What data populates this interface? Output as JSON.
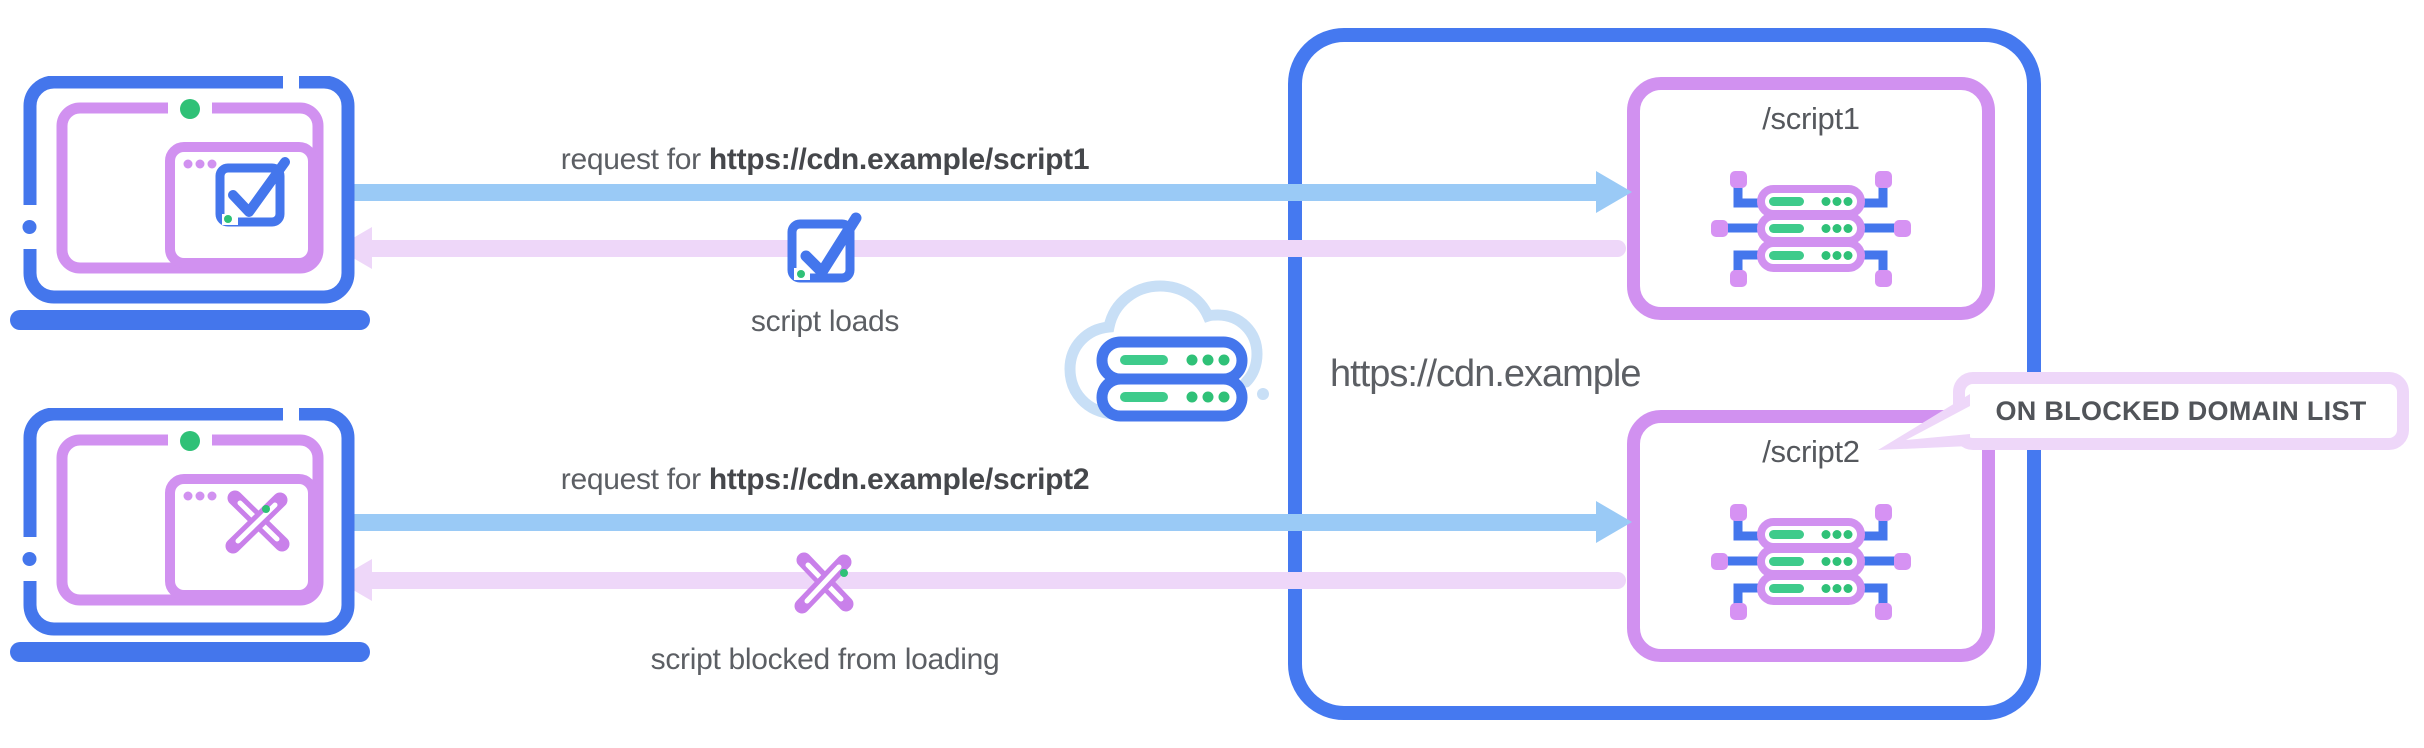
{
  "colors": {
    "blue_main": "#4476ec",
    "box_blue": "#4579f0",
    "arrow_blue": "#9acaf6",
    "arrow_lavender": "#eed7f9",
    "cloud_blue": "#c8dff6",
    "purple": "#d191f0",
    "purple_x": "#c980ea",
    "green_pill": "#3ecb8b",
    "green_dot": "#2fc177",
    "text_gray": "#5c5f64",
    "text_dark": "#45474b"
  },
  "clients": [
    {
      "name": "client-allowed",
      "status_icon": "check-square-icon"
    },
    {
      "name": "client-blocked",
      "status_icon": "cross-icon"
    }
  ],
  "flows": [
    {
      "request_prefix": "request for ",
      "request_url": "https://cdn.example/script1",
      "result_label": "script loads",
      "result_icon": "check-square-icon"
    },
    {
      "request_prefix": "request for ",
      "request_url": "https://cdn.example/script2",
      "result_label": "script blocked from loading",
      "result_icon": "cross-icon"
    }
  ],
  "cdn": {
    "label": "https://cdn.example",
    "network_icon": "cloud-server-icon",
    "endpoints": [
      {
        "label": "/script1",
        "icon": "server-chip-icon"
      },
      {
        "label": "/script2",
        "icon": "server-chip-icon"
      }
    ]
  },
  "callout": {
    "label": "ON BLOCKED DOMAIN LIST"
  }
}
